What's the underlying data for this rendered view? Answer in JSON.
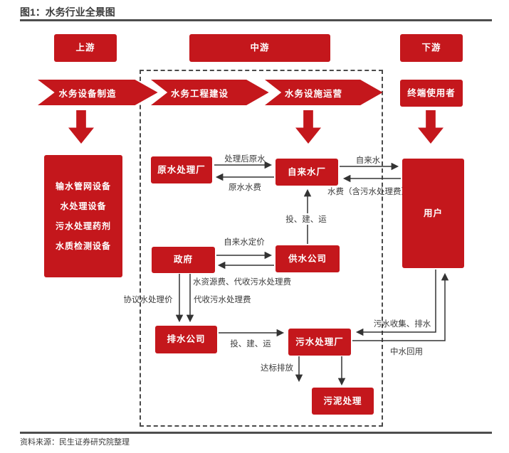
{
  "figure": {
    "title": "图1：水务行业全景图",
    "source": "资料来源：民生证券研究院整理"
  },
  "colors": {
    "brand_red": "#C4171C",
    "line": "#333333",
    "text": "#3C3C3C"
  },
  "stages": [
    {
      "label": "上游"
    },
    {
      "label": "中游"
    },
    {
      "label": "下游"
    }
  ],
  "chain": [
    {
      "label": "水务设备制造"
    },
    {
      "label": "水务工程建设"
    },
    {
      "label": "水务设施运营"
    },
    {
      "label": "终端使用者"
    }
  ],
  "upstream_box": {
    "lines": [
      "输水管网设备",
      "水处理设备",
      "污水处理药剂",
      "水质检测设备"
    ]
  },
  "nodes": [
    {
      "id": "raw-water-plant",
      "label": "原水处理厂"
    },
    {
      "id": "tap-water-plant",
      "label": "自来水厂"
    },
    {
      "id": "government",
      "label": "政府"
    },
    {
      "id": "water-supply-company",
      "label": "供水公司"
    },
    {
      "id": "drainage-company",
      "label": "排水公司"
    },
    {
      "id": "sewage-treatment-plant",
      "label": "污水处理厂"
    },
    {
      "id": "sludge-treatment",
      "label": "污泥处理"
    },
    {
      "id": "users",
      "label": "用户"
    }
  ],
  "flow_labels": [
    {
      "id": "treated-raw-water",
      "label": "处理后原水"
    },
    {
      "id": "raw-water-fee",
      "label": "原水水费"
    },
    {
      "id": "tap-water",
      "label": "自来水"
    },
    {
      "id": "water-fee-incl-sewage",
      "label": "水费（含污水处理费）"
    },
    {
      "id": "invest-build-operate-supply",
      "label": "投、建、运"
    },
    {
      "id": "tap-water-pricing",
      "label": "自来水定价"
    },
    {
      "id": "water-resource-fee",
      "label": "水资源费、代收污水处理费"
    },
    {
      "id": "agreed-water-treatment-price",
      "label": "协议水处理价"
    },
    {
      "id": "collected-sewage-fee",
      "label": "代收污水处理费"
    },
    {
      "id": "invest-build-operate-drainage",
      "label": "投、建、运"
    },
    {
      "id": "compliant-discharge",
      "label": "达标排放"
    },
    {
      "id": "sewage-collection-drainage",
      "label": "污水收集、排水"
    },
    {
      "id": "reclaimed-water-reuse",
      "label": "中水回用"
    }
  ]
}
